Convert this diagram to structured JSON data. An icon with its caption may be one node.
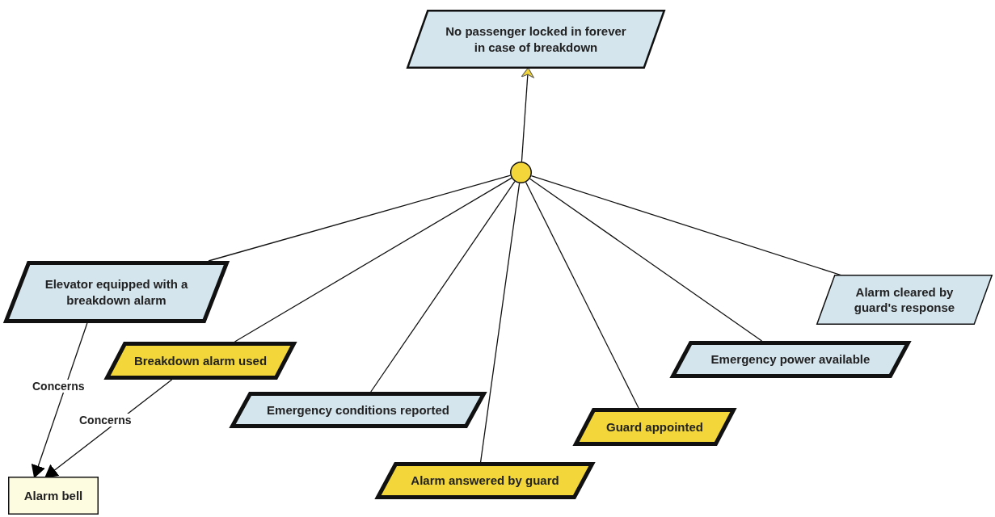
{
  "diagram": {
    "nodes": [
      {
        "text": [
          "No passenger locked in forever in case of breakdown"
        ]
      },
      {
        "text": [],
        "shape": "circle"
      },
      {
        "text": [
          "Elevator equipped with a breakdown alarm"
        ]
      },
      {
        "text": [
          "Breakdown alarm used"
        ]
      },
      {
        "text": [
          "Emergency conditions reported"
        ]
      },
      {
        "text": [
          "Alarm answered by guard"
        ]
      },
      {
        "text": [
          "Guard appointed"
        ]
      },
      {
        "text": [
          "Emergency power available"
        ]
      },
      {
        "text": [
          "Alarm cleared by guard's response"
        ]
      },
      {
        "text": [
          "Alarm bell"
        ]
      }
    ],
    "edges": [
      {
        "from": 1,
        "to": 0,
        "arrow": "to"
      },
      {
        "from": 2,
        "to": 1,
        "arrow": "none"
      },
      {
        "from": 3,
        "to": 1,
        "arrow": "none"
      },
      {
        "from": 4,
        "to": 1,
        "arrow": "none"
      },
      {
        "from": 5,
        "to": 1,
        "arrow": "none"
      },
      {
        "from": 6,
        "to": 1,
        "arrow": "none"
      },
      {
        "from": 7,
        "to": 1,
        "arrow": "none"
      },
      {
        "from": 8,
        "to": 1,
        "arrow": "none"
      },
      {
        "from": 2,
        "to": 9,
        "arrow": "to",
        "label": "Concerns"
      },
      {
        "from": 3,
        "to": 9,
        "arrow": "to",
        "label": "Concerns"
      }
    ]
  }
}
